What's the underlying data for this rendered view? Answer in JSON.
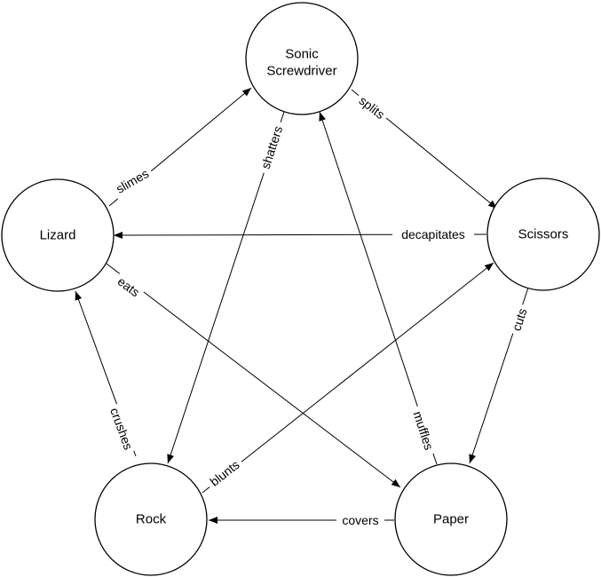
{
  "nodes": {
    "sonic": {
      "lines": [
        "Sonic",
        "Screwdriver"
      ]
    },
    "lizard": {
      "lines": [
        "Lizard"
      ]
    },
    "scissors": {
      "lines": [
        "Scissors"
      ]
    },
    "rock": {
      "lines": [
        "Rock"
      ]
    },
    "paper": {
      "lines": [
        "Paper"
      ]
    }
  },
  "edges": {
    "slimes": {
      "from": "lizard",
      "to": "sonic",
      "label": "slimes"
    },
    "splits": {
      "from": "sonic",
      "to": "scissors",
      "label": "splits"
    },
    "shatters": {
      "from": "sonic",
      "to": "rock",
      "label": "shatters"
    },
    "decapitates": {
      "from": "scissors",
      "to": "lizard",
      "label": "decapitates"
    },
    "eats": {
      "from": "lizard",
      "to": "paper",
      "label": "eats"
    },
    "cuts": {
      "from": "scissors",
      "to": "paper",
      "label": "cuts"
    },
    "crushes": {
      "from": "rock",
      "to": "lizard",
      "label": "crushes"
    },
    "blunts": {
      "from": "rock",
      "to": "scissors",
      "label": "blunts"
    },
    "muffles": {
      "from": "paper",
      "to": "sonic",
      "label": "muffles"
    },
    "covers": {
      "from": "paper",
      "to": "rock",
      "label": "covers"
    }
  }
}
